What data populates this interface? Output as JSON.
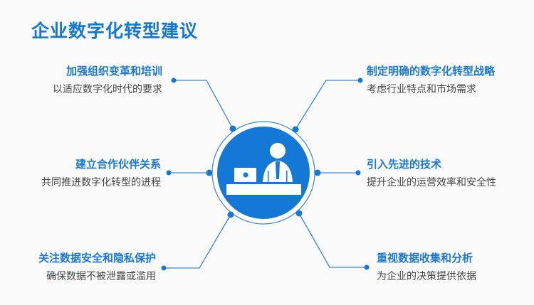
{
  "title": "企业数字化转型建议",
  "items": [
    {
      "heading": "加强组织变革和培训",
      "desc": "以适应数字化时代的要求"
    },
    {
      "heading": "制定明确的数字化转型战略",
      "desc": "考虑行业特点和市场需求"
    },
    {
      "heading": "建立合作伙伴关系",
      "desc": "共同推进数字化转型的进程"
    },
    {
      "heading": "引入先进的技术",
      "desc": "提升企业的运营效率和安全性"
    },
    {
      "heading": "关注数据安全和隐私保护",
      "desc": "确保数据不被泄露或滥用"
    },
    {
      "heading": "重视数据收集和分析",
      "desc": "为企业的决策提供依据"
    }
  ],
  "colors": {
    "accent": "#1277d5"
  }
}
